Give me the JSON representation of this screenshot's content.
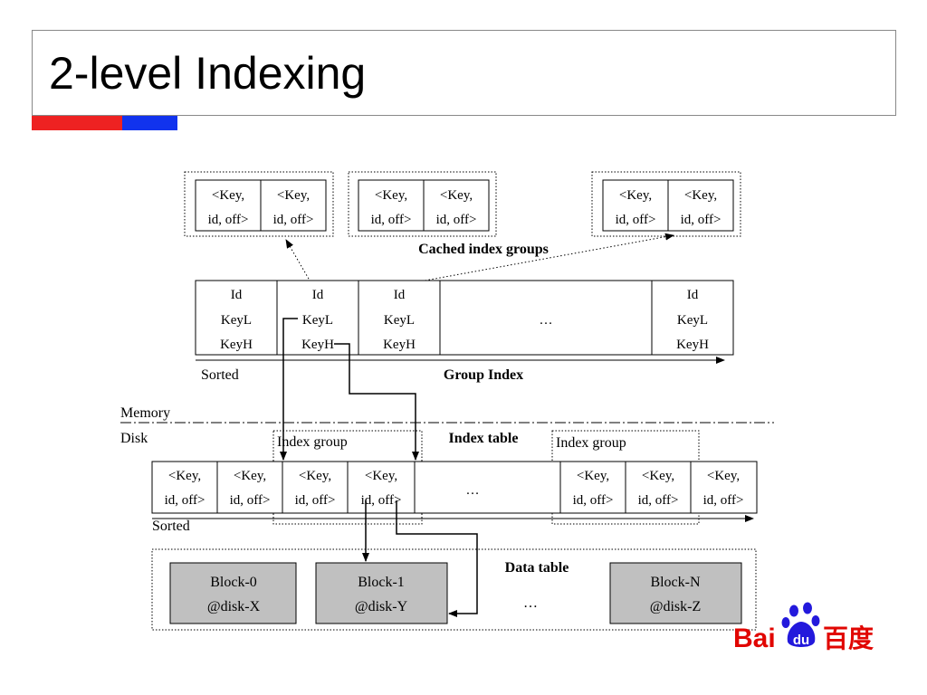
{
  "title": "2-level Indexing",
  "colors": {
    "bar_red": "#ee2222",
    "bar_blue": "#1133ee",
    "block_fill": "#c0c0c0",
    "logo_red": "#e10602",
    "logo_blue": "#2319dc"
  },
  "cached": {
    "label": "Cached index groups",
    "groups": [
      {
        "cells": [
          {
            "l1": "<Key,",
            "l2": "id, off>"
          },
          {
            "l1": "<Key,",
            "l2": "id, off>"
          }
        ]
      },
      {
        "cells": [
          {
            "l1": "<Key,",
            "l2": "id, off>"
          },
          {
            "l1": "<Key,",
            "l2": "id, off>"
          }
        ]
      },
      {
        "cells": [
          {
            "l1": "<Key,",
            "l2": "id, off>"
          },
          {
            "l1": "<Key,",
            "l2": "id, off>"
          }
        ]
      }
    ]
  },
  "group_index": {
    "label": "Group Index",
    "sorted": "Sorted",
    "cells": [
      {
        "l1": "Id",
        "l2": "KeyL",
        "l3": "KeyH"
      },
      {
        "l1": "Id",
        "l2": "KeyL",
        "l3": "KeyH"
      },
      {
        "l1": "Id",
        "l2": "KeyL",
        "l3": "KeyH"
      },
      {
        "ellipsis": "…"
      },
      {
        "l1": "Id",
        "l2": "KeyL",
        "l3": "KeyH"
      }
    ]
  },
  "memory_label": "Memory",
  "disk_label": "Disk",
  "index_table": {
    "label": "Index table",
    "group_label_1": "Index group",
    "group_label_2": "Index group",
    "sorted": "Sorted",
    "ellipsis": "…",
    "cells": [
      {
        "l1": "<Key,",
        "l2": "id, off>"
      },
      {
        "l1": "<Key,",
        "l2": "id, off>"
      },
      {
        "l1": "<Key,",
        "l2": "id, off>"
      },
      {
        "l1": "<Key,",
        "l2": "id, off>"
      },
      {
        "l1": "<Key,",
        "l2": "id, off>"
      },
      {
        "l1": "<Key,",
        "l2": "id, off>"
      },
      {
        "l1": "<Key,",
        "l2": "id, off>"
      }
    ]
  },
  "data_table": {
    "label": "Data table",
    "ellipsis": "…",
    "blocks": [
      {
        "l1": "Block-0",
        "l2": "@disk-X"
      },
      {
        "l1": "Block-1",
        "l2": "@disk-Y"
      },
      {
        "l1": "Block-N",
        "l2": "@disk-Z"
      }
    ]
  },
  "logo": {
    "latin_a": "Bai",
    "paw": "du",
    "chinese": "百度"
  }
}
